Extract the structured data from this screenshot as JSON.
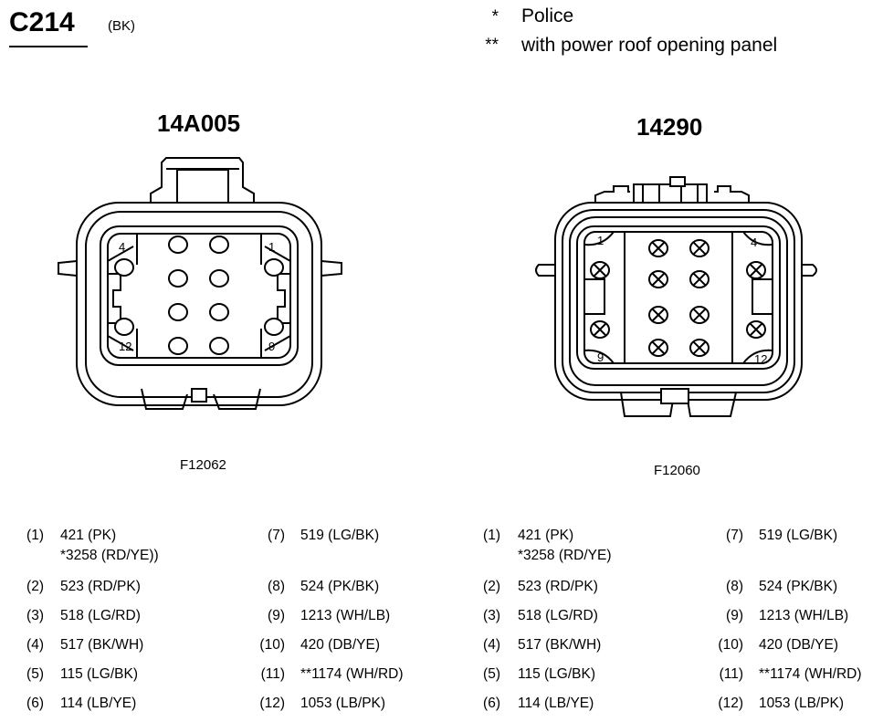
{
  "header": {
    "title": "C214",
    "color_code": "(BK)"
  },
  "legend": [
    {
      "symbol": "*",
      "text": "Police"
    },
    {
      "symbol": "**",
      "text": "with power roof opening panel"
    }
  ],
  "connectors": [
    {
      "name": "14A005",
      "figure_id": "F12062",
      "corner_labels": {
        "top_left": "4",
        "top_right": "1",
        "bottom_left": "12",
        "bottom_right": "9"
      }
    },
    {
      "name": "14290",
      "figure_id": "F12060",
      "corner_labels": {
        "top_left": "1",
        "top_right": "4",
        "bottom_left": "9",
        "bottom_right": "12"
      }
    }
  ],
  "pinouts": [
    {
      "left": [
        {
          "pin": "(1)",
          "lines": [
            "421 (PK)",
            "*3258 (RD/YE))"
          ]
        },
        {
          "pin": "(2)",
          "lines": [
            "523 (RD/PK)"
          ]
        },
        {
          "pin": "(3)",
          "lines": [
            "518 (LG/RD)"
          ]
        },
        {
          "pin": "(4)",
          "lines": [
            "517 (BK/WH)"
          ]
        },
        {
          "pin": "(5)",
          "lines": [
            "115 (LG/BK)"
          ]
        },
        {
          "pin": "(6)",
          "lines": [
            "114 (LB/YE)"
          ]
        }
      ],
      "right": [
        {
          "pin": "(7)",
          "lines": [
            "519 (LG/BK)"
          ]
        },
        {
          "pin": "(8)",
          "lines": [
            "524 (PK/BK)"
          ]
        },
        {
          "pin": "(9)",
          "lines": [
            "1213 (WH/LB)"
          ]
        },
        {
          "pin": "(10)",
          "lines": [
            "420 (DB/YE)"
          ]
        },
        {
          "pin": "(11)",
          "lines": [
            "**1174 (WH/RD)"
          ]
        },
        {
          "pin": "(12)",
          "lines": [
            "1053 (LB/PK)"
          ]
        }
      ]
    },
    {
      "left": [
        {
          "pin": "(1)",
          "lines": [
            "421 (PK)",
            "*3258 (RD/YE)"
          ]
        },
        {
          "pin": "(2)",
          "lines": [
            "523 (RD/PK)"
          ]
        },
        {
          "pin": "(3)",
          "lines": [
            "518 (LG/RD)"
          ]
        },
        {
          "pin": "(4)",
          "lines": [
            "517 (BK/WH)"
          ]
        },
        {
          "pin": "(5)",
          "lines": [
            "115 (LG/BK)"
          ]
        },
        {
          "pin": "(6)",
          "lines": [
            "114 (LB/YE)"
          ]
        }
      ],
      "right": [
        {
          "pin": "(7)",
          "lines": [
            "519 (LG/BK)"
          ]
        },
        {
          "pin": "(8)",
          "lines": [
            "524 (PK/BK)"
          ]
        },
        {
          "pin": "(9)",
          "lines": [
            "1213 (WH/LB)"
          ]
        },
        {
          "pin": "(10)",
          "lines": [
            "420 (DB/YE)"
          ]
        },
        {
          "pin": "(11)",
          "lines": [
            "**1174 (WH/RD)"
          ]
        },
        {
          "pin": "(12)",
          "lines": [
            "1053 (LB/PK)"
          ]
        }
      ]
    }
  ]
}
